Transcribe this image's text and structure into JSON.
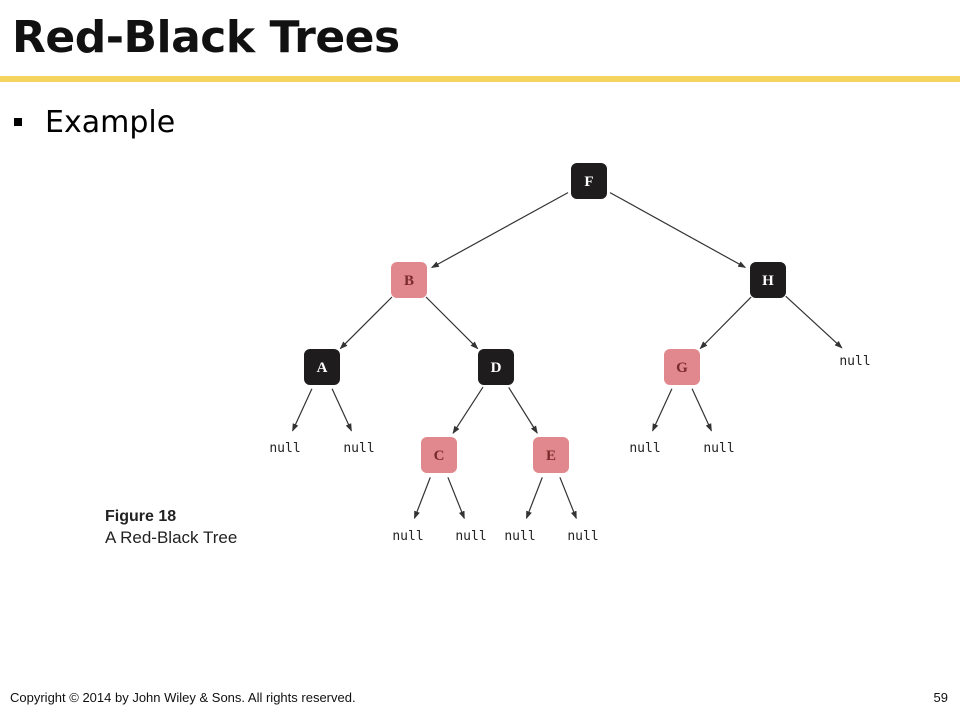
{
  "slide": {
    "title": "Red-Black Trees",
    "bullet": "Example"
  },
  "figure": {
    "label": "Figure 18",
    "caption": "A Red-Black Tree",
    "colors": {
      "black": "#1e1c1c",
      "red": "#e0888e",
      "black_text": "#ffffff",
      "red_text": "#7a2a2a"
    },
    "nodes": [
      {
        "id": "F",
        "label": "F",
        "color": "black",
        "parent": null
      },
      {
        "id": "B",
        "label": "B",
        "color": "red",
        "parent": "F"
      },
      {
        "id": "H",
        "label": "H",
        "color": "black",
        "parent": "F"
      },
      {
        "id": "A",
        "label": "A",
        "color": "black",
        "parent": "B"
      },
      {
        "id": "D",
        "label": "D",
        "color": "black",
        "parent": "B"
      },
      {
        "id": "G",
        "label": "G",
        "color": "red",
        "parent": "H"
      },
      {
        "id": "C",
        "label": "C",
        "color": "red",
        "parent": "D"
      },
      {
        "id": "E",
        "label": "E",
        "color": "red",
        "parent": "D"
      }
    ],
    "nulls": [
      {
        "id": "nA1",
        "label": "null",
        "parent": "A"
      },
      {
        "id": "nA2",
        "label": "null",
        "parent": "A"
      },
      {
        "id": "nG1",
        "label": "null",
        "parent": "G"
      },
      {
        "id": "nG2",
        "label": "null",
        "parent": "G"
      },
      {
        "id": "nH",
        "label": "null",
        "parent": "H"
      },
      {
        "id": "nC1",
        "label": "null",
        "parent": "C"
      },
      {
        "id": "nC2",
        "label": "null",
        "parent": "C"
      },
      {
        "id": "nE1",
        "label": "null",
        "parent": "E"
      },
      {
        "id": "nE2",
        "label": "null",
        "parent": "E"
      }
    ]
  },
  "footer": {
    "copyright": "Copyright © 2014 by John Wiley & Sons.  All rights reserved.",
    "page": "59"
  }
}
